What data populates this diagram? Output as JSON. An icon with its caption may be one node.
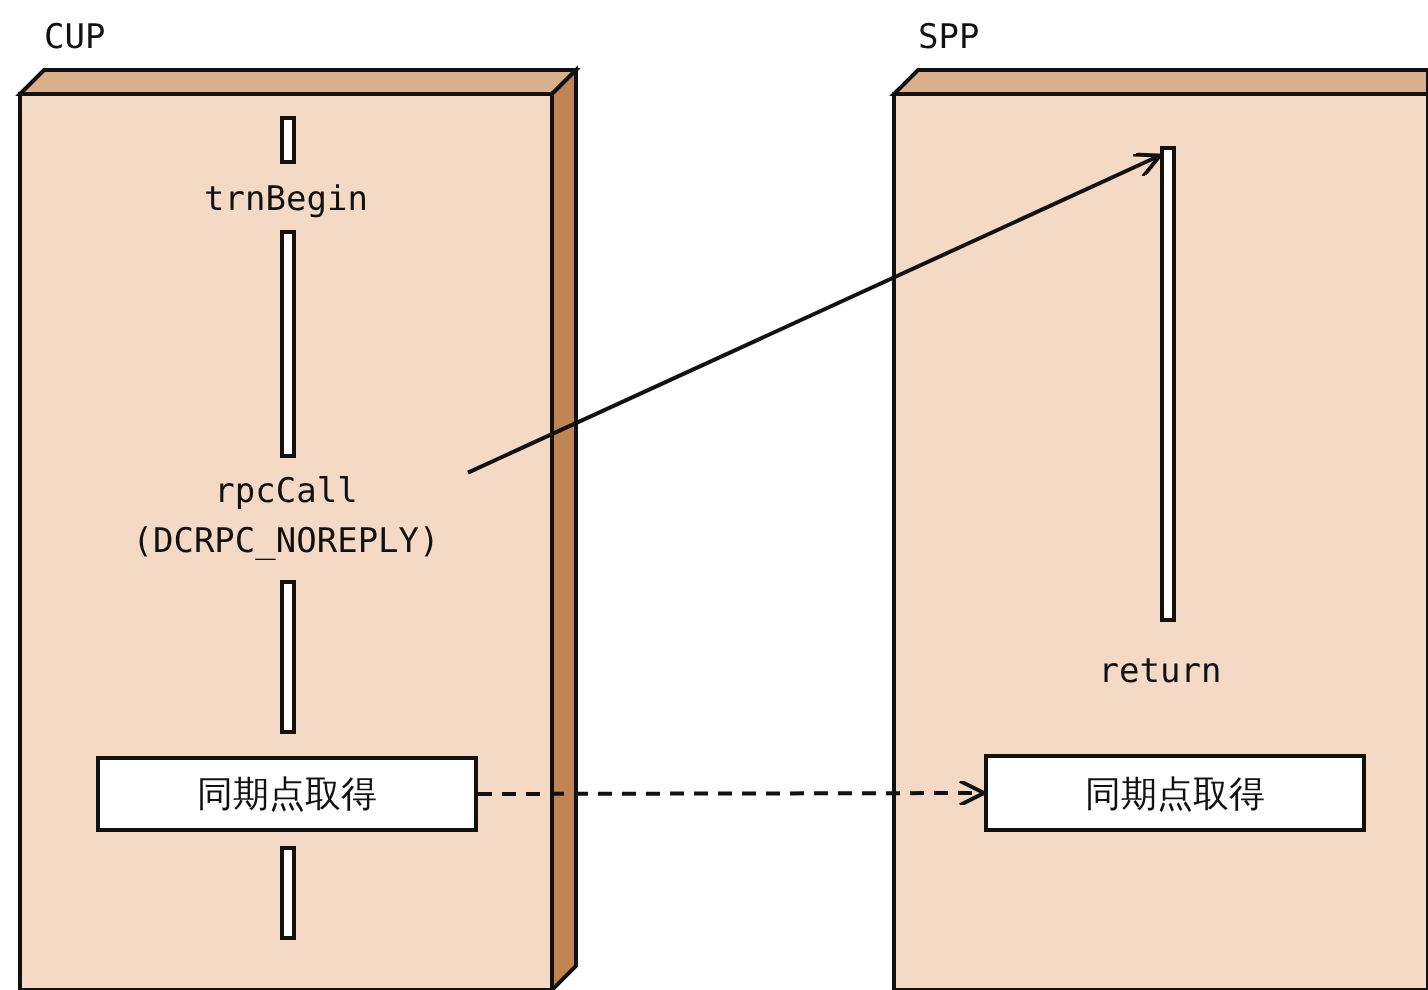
{
  "diagram": {
    "nodes": [
      {
        "text": [
          "CUP"
        ]
      },
      {
        "text": [],
        "shape": "bar",
        "in": 0
      },
      {
        "text": [
          "trnBegin"
        ],
        "in": 0
      },
      {
        "text": [],
        "shape": "bar",
        "in": 0
      },
      {
        "text": [
          "rpcCall (DCRPC_NOREPLY)"
        ],
        "in": 0
      },
      {
        "text": [],
        "shape": "bar",
        "in": 0
      },
      {
        "text": [
          "同期点取得"
        ],
        "in": 0
      },
      {
        "text": [],
        "shape": "bar",
        "in": 0
      },
      {
        "text": [
          "SPP"
        ]
      },
      {
        "text": [],
        "shape": "bar",
        "in": 8
      },
      {
        "text": [
          "return"
        ],
        "in": 8
      },
      {
        "text": [
          "同期点取得"
        ],
        "in": 8
      }
    ],
    "edges": [
      {
        "from": 4,
        "to": 9,
        "arrow": "to"
      },
      {
        "from": 6,
        "to": 11,
        "arrow": "to",
        "style": "dashed"
      }
    ]
  }
}
